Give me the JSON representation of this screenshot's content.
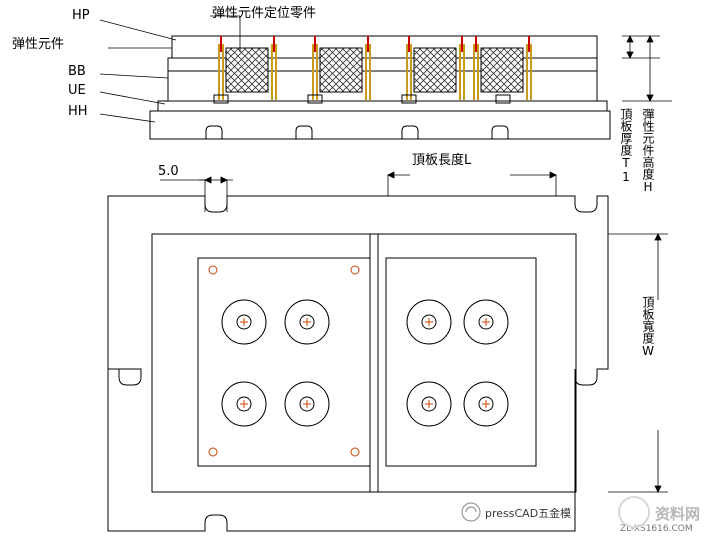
{
  "drawing": {
    "title": "Die plate / spring element assembly drawing",
    "labels_left": [
      {
        "id": "hp",
        "text": "HP"
      },
      {
        "id": "spring-element",
        "text": "弹性元件"
      },
      {
        "id": "bb",
        "text": "BB"
      },
      {
        "id": "ue",
        "text": "UE"
      },
      {
        "id": "hh",
        "text": "HH"
      }
    ],
    "label_top": "弹性元件定位零件",
    "dim_top_plate_length": "頂板長度L",
    "dim_top_plate_width": "頂板寬度W",
    "dim_top_plate_thickness": "頂板厚度T1",
    "dim_spring_height": "彈性元件高度H",
    "dim_5_0": "5.0",
    "watermark_text": "pressCAD五金模",
    "watermark_right": "ZL-XS1616.COM",
    "watermark_logo": "资料网"
  },
  "colors": {
    "line": "#000000",
    "spring_orange": "#c89b1e",
    "spring_red": "#cc0000",
    "hatch": "#333333",
    "watermark_gray": "#b8b8b8"
  }
}
